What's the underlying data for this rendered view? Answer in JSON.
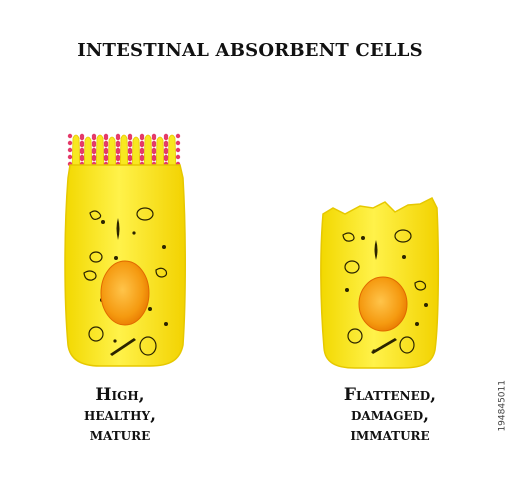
{
  "title": "INTESTINAL ABSORBENT CELLS",
  "cells": [
    {
      "kind": "high-columnar-cell",
      "label_lines": [
        "High,",
        "healthy,",
        "mature"
      ]
    },
    {
      "kind": "flattened-cell",
      "label_lines": [
        "Flattened,",
        "damaged,",
        "immature"
      ]
    }
  ],
  "watermark_id": "194845011",
  "colors": {
    "cell_fill": "#f5e100",
    "cell_edge": "#e2c400",
    "nucleus_outer": "#f08a00",
    "nucleus_inner": "#ffb33a",
    "villi_dot": "#e43a6a",
    "organelle_stroke": "#2b2400"
  }
}
